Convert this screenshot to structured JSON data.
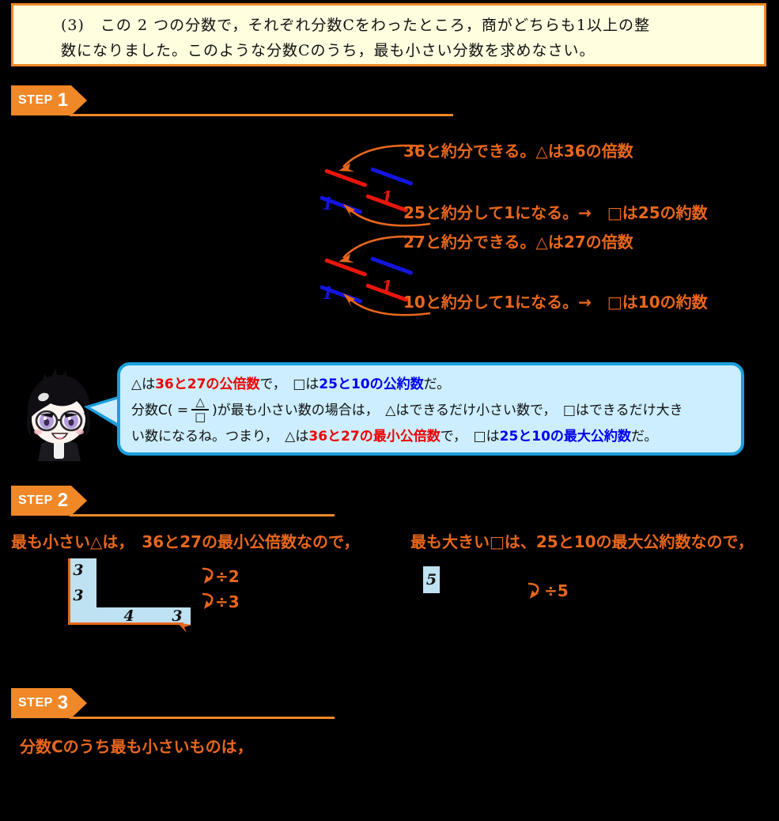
{
  "problem": {
    "number": "(3)",
    "text": "(3)　この 2 つの分数で，それぞれ分数Cをわったところ，商がどちらも1以上の整\n数になりました。このような分数Cのうち，最も小さい分数を求めなさい。"
  },
  "steps": [
    {
      "word": "STEP",
      "num": "1"
    },
    {
      "word": "STEP",
      "num": "2"
    },
    {
      "word": "STEP",
      "num": "3"
    }
  ],
  "step1": {
    "group_a": {
      "note_top": "36と約分できる。△は36の倍数",
      "note_bottom": "25と約分して1になる。→　□は25の約数",
      "one_left": "1",
      "one_right": "1"
    },
    "group_b": {
      "note_top": "27と約分できる。△は27の倍数",
      "note_bottom": "10と約分して1になる。→　□は10の約数",
      "one_left": "1",
      "one_right": "1"
    }
  },
  "bubble": {
    "line1_a": "△は",
    "line1_red": "36と27の公倍数",
    "line1_b": "で，　□は",
    "line1_blue": "25と10の公約数",
    "line1_c": "だ。",
    "line2_a": "分数C( =",
    "line2_num": "△",
    "line2_den": "□",
    "line2_b": ")が最も小さい数の場合は，　△はできるだけ小さい数で，　□はできるだけ大き",
    "line3_a": "い数になるね。つまり，　△は",
    "line3_red": "36と27の最小公倍数",
    "line3_b": "で，　□は",
    "line3_blue": "25と10の最大公約数",
    "line3_c": "だ。"
  },
  "step2": {
    "left_heading": "最も小さい△は，　36と27の最小公倍数なので，",
    "right_heading": "最も大きい□は、25と10の最大公約数なので，",
    "ladder_left_col": [
      "3",
      "3"
    ],
    "ladder_bottom_row": [
      "4",
      "3"
    ],
    "divisors_left": [
      "÷2",
      "÷3"
    ],
    "ladder_right_cell": "5",
    "divisors_right": [
      "÷5"
    ]
  },
  "step3": {
    "heading": "分数Cのうち最も小さいものは，"
  },
  "colors": {
    "accent_orange": "#f08828",
    "note_orange": "#e8671c",
    "red": "#e8160c",
    "blue": "#1414e0",
    "bubble_fill": "#cceeff",
    "bubble_border": "#1b9fdc",
    "ladder_fill": "#bfe2f3",
    "problem_bg": "#ffffe0",
    "page_bg": "#000000"
  }
}
